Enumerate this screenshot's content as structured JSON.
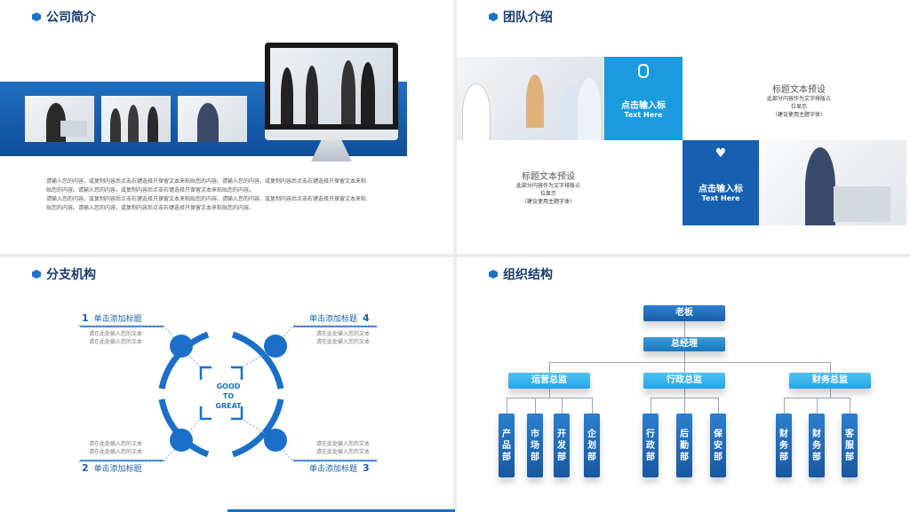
{
  "panels": {
    "company": {
      "title": "公司简介",
      "body_lines": [
        "请输入您的内容，或复制内容后点击右键选择只保留文本来粘贴您的内容。请输入您的内容，或复制内容后点击右键选择只保留文本来粘",
        "贴您的内容。请输入您的内容，或复制内容后点击右键选择只保留文本来粘贴您的内容。",
        "请输入您的内容，或复制内容后点击右键选择只保留文本来粘贴您的内容。请输入您的内容，或复制内容后点击右键选择只保留文本来粘",
        "贴您的内容。请输入您的内容，或复制内容后点击右键选择只保留文本来粘贴您的内容。"
      ]
    },
    "team": {
      "title": "团队介绍",
      "card1": {
        "cn": "点击输入标",
        "en": "Text Here"
      },
      "card2": {
        "cn": "点击输入标",
        "en": "Text Here"
      },
      "text1": {
        "title": "标题文本预设",
        "lines": [
          "此部分内容作为文字排版占",
          "位显示",
          "（建议使用主题字体）"
        ]
      },
      "text2": {
        "title": "标题文本预设",
        "lines": [
          "此部分内容作为文字排版占",
          "位显示",
          "（建议使用主题字体）"
        ]
      },
      "icons": [
        "microphone-icon",
        "heart-icon"
      ]
    },
    "branch": {
      "title": "分支机构",
      "center": [
        "GOOD",
        "TO",
        "GREAT"
      ],
      "items": [
        {
          "num": "1",
          "label": "单击添加标题",
          "sub": [
            "请在此处输入您的文本",
            "请在此处输入您的文本"
          ]
        },
        {
          "num": "4",
          "label": "单击添加标题",
          "sub": [
            "请在此处输入您的文本",
            "请在此处输入您的文本"
          ]
        },
        {
          "num": "2",
          "label": "单击添加标题",
          "sub": [
            "请在此处输入您的文本",
            "请在此处输入您的文本"
          ]
        },
        {
          "num": "3",
          "label": "单击添加标题",
          "sub": [
            "请在此处输入您的文本",
            "请在此处输入您的文本"
          ]
        }
      ]
    },
    "org": {
      "title": "组织结构",
      "boss": "老板",
      "gm": "总经理",
      "directors": [
        "运营总监",
        "行政总监",
        "财务总监"
      ],
      "depts": [
        [
          "产品部",
          "市场部",
          "开发部",
          "企划部"
        ],
        [
          "行政部",
          "后勤部",
          "保安部"
        ],
        [
          "财务部",
          "财务部",
          "客服部"
        ]
      ]
    }
  },
  "colors": {
    "accent": "#1b73c9",
    "dark": "#1a3d6e",
    "light": "#23a3e6"
  }
}
